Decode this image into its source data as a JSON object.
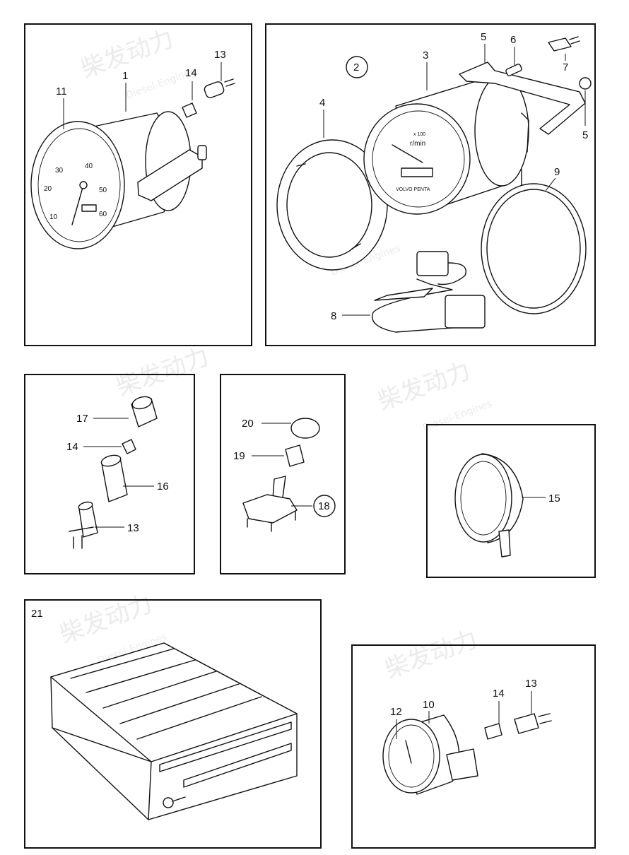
{
  "watermark": {
    "brand": "柴发动力",
    "sub": "Diesel-Engines"
  },
  "panels": {
    "tachometer_11": {
      "labels": {
        "gauge": "11",
        "housing": "1",
        "bulb": "14",
        "lampholder": "13"
      },
      "dial_numbers": [
        "10",
        "20",
        "30",
        "40",
        "50",
        "60"
      ]
    },
    "tachometer_kit_2": {
      "kit_number": "2",
      "labels": {
        "instrument": "3",
        "bezel": "4",
        "bracket_a": "5",
        "stud": "6",
        "nut": "7",
        "bracket_b": "5",
        "cable": "8",
        "gasket": "9"
      },
      "dial_text": {
        "multiplier": "x 100",
        "unit": "r/min",
        "brand": "VOLVO PENTA"
      }
    },
    "lamp": {
      "labels": {
        "cap": "17",
        "bulb": "14",
        "socket": "16",
        "holder": "13"
      }
    },
    "switch": {
      "labels": {
        "knob": "20",
        "nut": "19",
        "switch": "18"
      }
    },
    "buzzer": {
      "labels": {
        "buzzer": "15"
      }
    },
    "box": {
      "labels": {
        "box": "21"
      }
    },
    "gauge_10": {
      "labels": {
        "glass": "12",
        "gauge": "10",
        "bulb": "14",
        "holder": "13"
      }
    }
  }
}
